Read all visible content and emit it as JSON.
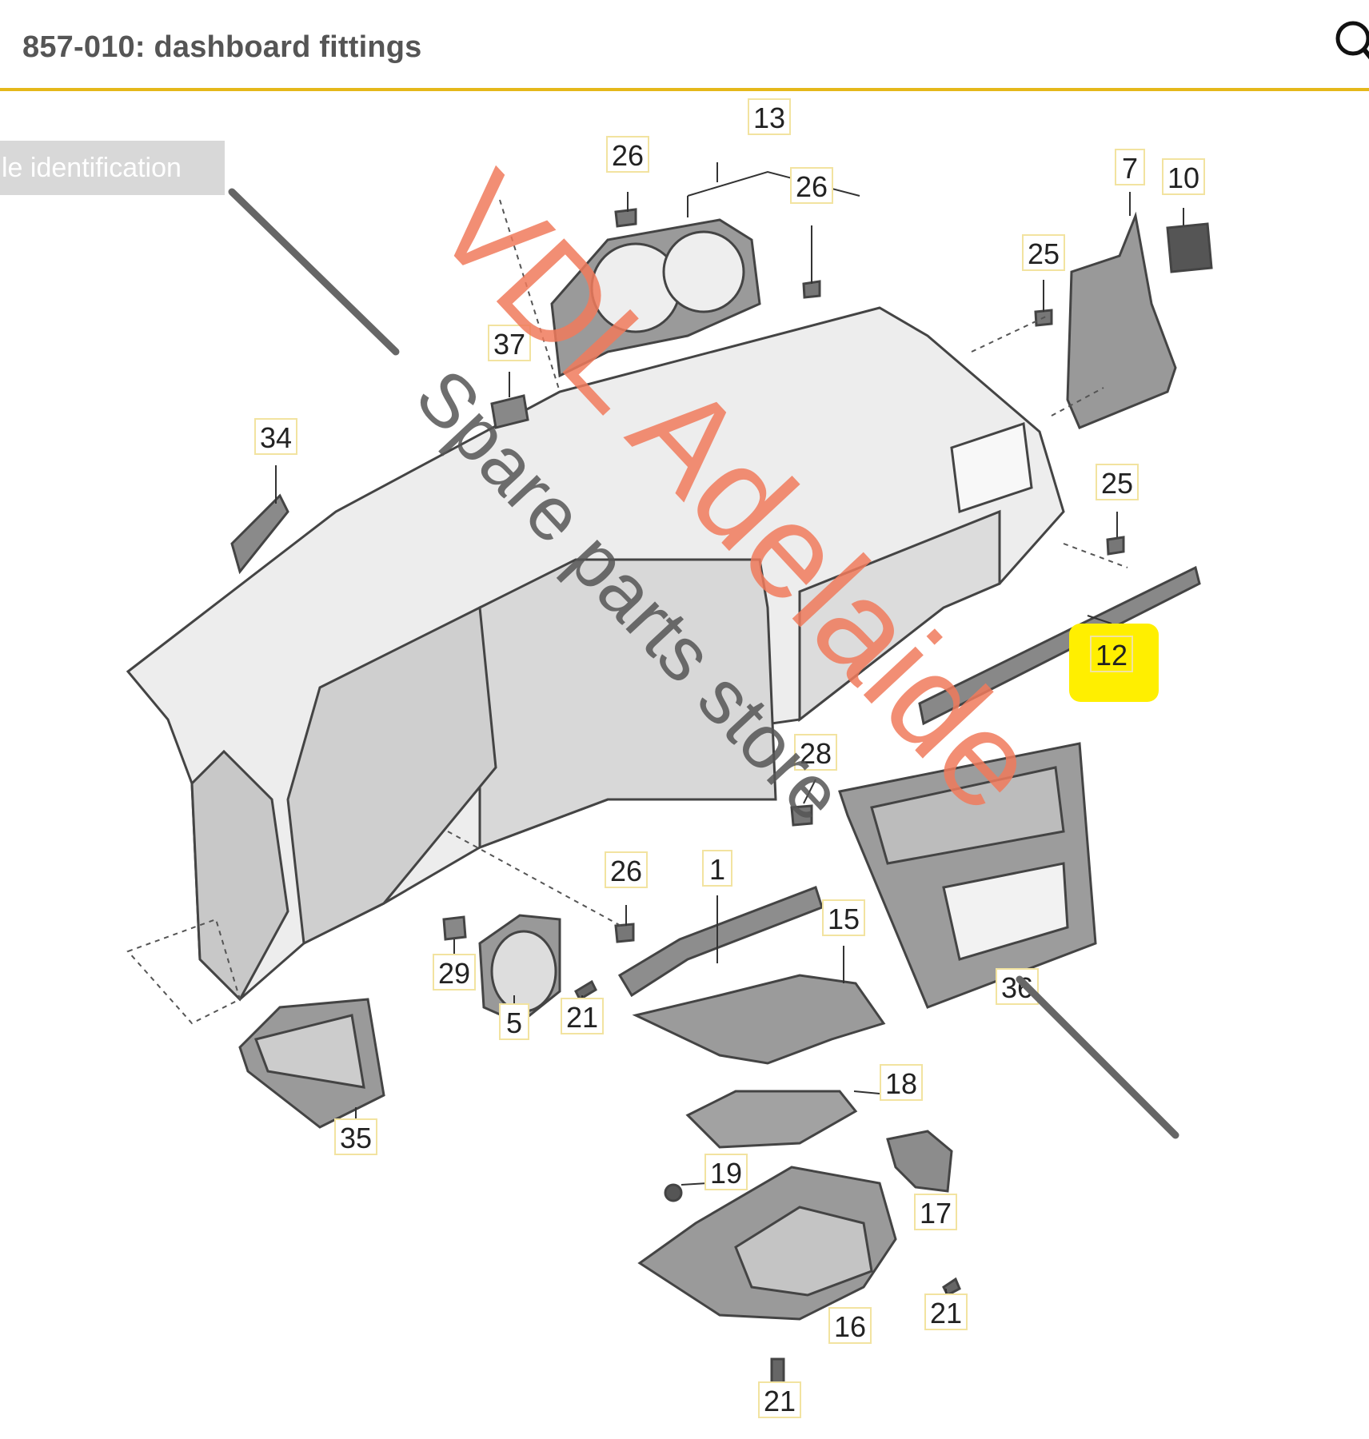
{
  "header": {
    "title": "857-010: dashboard fittings",
    "accent_color": "#e5b81a",
    "search_icon": "magnifier-icon"
  },
  "vehicle_identification": {
    "label": "le identification"
  },
  "diagram": {
    "highlight_color": "#ffef00",
    "highlighted_part": "12",
    "callouts": [
      {
        "id": "13",
        "label": "13"
      },
      {
        "id": "26a",
        "label": "26"
      },
      {
        "id": "26b",
        "label": "26"
      },
      {
        "id": "7",
        "label": "7"
      },
      {
        "id": "10",
        "label": "10"
      },
      {
        "id": "25a",
        "label": "25"
      },
      {
        "id": "37",
        "label": "37"
      },
      {
        "id": "34",
        "label": "34"
      },
      {
        "id": "25b",
        "label": "25"
      },
      {
        "id": "12",
        "label": "12"
      },
      {
        "id": "28",
        "label": "28"
      },
      {
        "id": "26c",
        "label": "26"
      },
      {
        "id": "1",
        "label": "1"
      },
      {
        "id": "15",
        "label": "15"
      },
      {
        "id": "36",
        "label": "36"
      },
      {
        "id": "29",
        "label": "29"
      },
      {
        "id": "5",
        "label": "5"
      },
      {
        "id": "21a",
        "label": "21"
      },
      {
        "id": "35",
        "label": "35"
      },
      {
        "id": "18",
        "label": "18"
      },
      {
        "id": "19",
        "label": "19"
      },
      {
        "id": "17",
        "label": "17"
      },
      {
        "id": "21b",
        "label": "21"
      },
      {
        "id": "16",
        "label": "16"
      },
      {
        "id": "21c",
        "label": "21"
      }
    ]
  },
  "watermark": {
    "line1": "VDL Adelaide",
    "line2": "Spare parts store",
    "color_line1": "#f07a5c",
    "color_line2": "#555555"
  }
}
